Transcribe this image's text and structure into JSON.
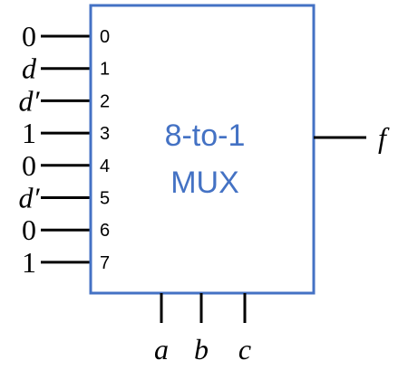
{
  "diagram": {
    "box_color": "#4472C4",
    "title_color": "#4472C4",
    "title_lines": [
      "8-to-1",
      "MUX"
    ],
    "inputs": [
      {
        "pin": "0",
        "value": "0",
        "italic": false
      },
      {
        "pin": "1",
        "value": "d",
        "italic": true
      },
      {
        "pin": "2",
        "value": "d′",
        "italic": true
      },
      {
        "pin": "3",
        "value": "1",
        "italic": false
      },
      {
        "pin": "4",
        "value": "0",
        "italic": false
      },
      {
        "pin": "5",
        "value": "d′",
        "italic": true
      },
      {
        "pin": "6",
        "value": "0",
        "italic": false
      },
      {
        "pin": "7",
        "value": "1",
        "italic": false
      }
    ],
    "selects": [
      "a",
      "b",
      "c"
    ],
    "output": "f"
  }
}
